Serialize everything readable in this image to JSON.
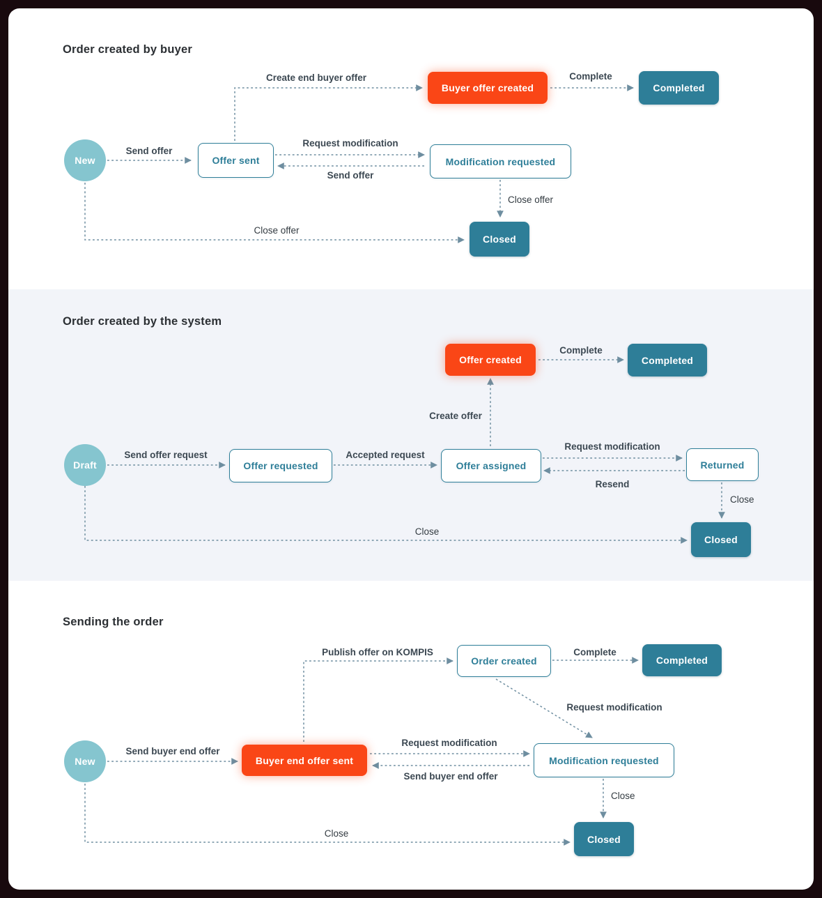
{
  "colors": {
    "accent_orange": "#FA4616",
    "teal_dark": "#2E7E98",
    "teal_light": "#85C5CF",
    "arrow": "#6E8EA0",
    "section_alt_bg": "#F2F4F9"
  },
  "sections": [
    {
      "title": "Order created by buyer",
      "nodes": {
        "start": "New",
        "offer_sent": "Offer sent",
        "buyer_offer_created": "Buyer offer created",
        "completed": "Completed",
        "modification_requested": "Modification requested",
        "closed": "Closed"
      },
      "labels": {
        "send_offer": "Send offer",
        "create_end_buyer_offer": "Create end buyer offer",
        "complete": "Complete",
        "request_modification": "Request modification",
        "send_offer_back": "Send offer",
        "close_offer_vertical": "Close offer",
        "close_offer_bottom": "Close offer"
      }
    },
    {
      "title": "Order created by the system",
      "nodes": {
        "start": "Draft",
        "offer_requested": "Offer requested",
        "offer_assigned": "Offer assigned",
        "offer_created": "Offer created",
        "completed": "Completed",
        "returned": "Returned",
        "closed": "Closed"
      },
      "labels": {
        "send_offer_request": "Send offer request",
        "accepted_request": "Accepted request",
        "create_offer": "Create offer",
        "complete": "Complete",
        "request_modification": "Request modification",
        "resend": "Resend",
        "close_vertical": "Close",
        "close_bottom": "Close"
      }
    },
    {
      "title": "Sending the order",
      "nodes": {
        "start": "New",
        "buyer_end_offer_sent": "Buyer end offer sent",
        "order_created": "Order created",
        "completed": "Completed",
        "modification_requested": "Modification requested",
        "closed": "Closed"
      },
      "labels": {
        "send_buyer_end_offer": "Send buyer end offer",
        "publish_offer": "Publish offer on KOMPIS",
        "complete": "Complete",
        "request_modification_diagonal": "Request modification",
        "request_modification": "Request modification",
        "send_buyer_end_offer_back": "Send buyer end offer",
        "close_vertical": "Close",
        "close_bottom": "Close"
      }
    }
  ]
}
